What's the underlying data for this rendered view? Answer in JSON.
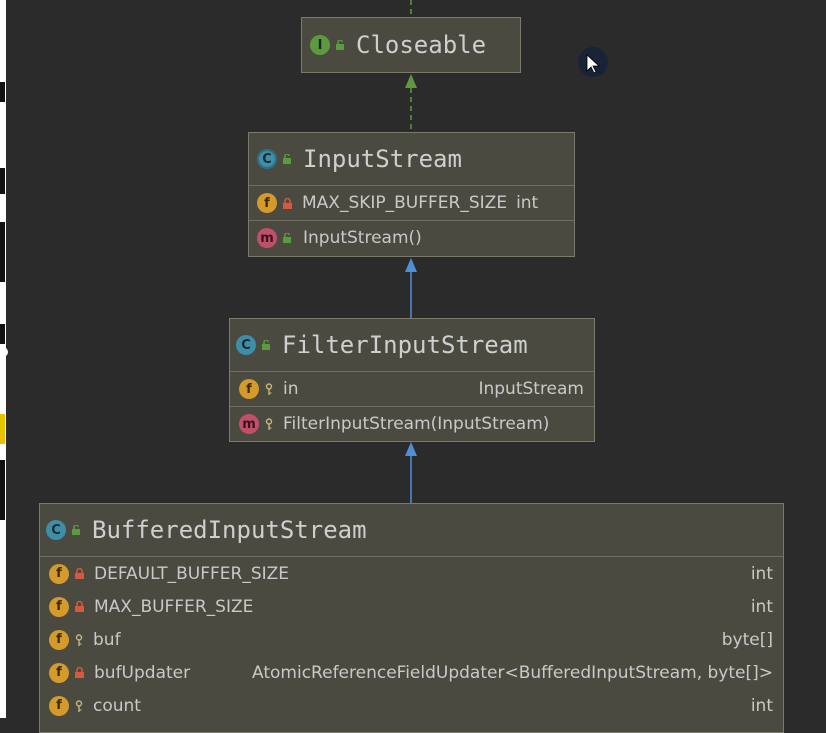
{
  "diagram": {
    "nodes": {
      "closeable": {
        "name": "Closeable",
        "kind_icon": "I"
      },
      "input_stream": {
        "name": "InputStream",
        "kind_icon": "C",
        "fields": [
          {
            "name": "MAX_SKIP_BUFFER_SIZE",
            "type": "int",
            "icon": "f",
            "visibility": "private"
          }
        ],
        "methods": [
          {
            "name": "InputStream()",
            "icon": "m",
            "visibility": "public"
          }
        ]
      },
      "filter_input_stream": {
        "name": "FilterInputStream",
        "kind_icon": "C",
        "fields": [
          {
            "name": "in",
            "type": "InputStream",
            "icon": "f",
            "visibility": "protected"
          }
        ],
        "methods": [
          {
            "name": "FilterInputStream(InputStream)",
            "icon": "m",
            "visibility": "protected"
          }
        ]
      },
      "buffered_input_stream": {
        "name": "BufferedInputStream",
        "kind_icon": "C",
        "fields": [
          {
            "name": "DEFAULT_BUFFER_SIZE",
            "type": "int",
            "icon": "f",
            "visibility": "private"
          },
          {
            "name": "MAX_BUFFER_SIZE",
            "type": "int",
            "icon": "f",
            "visibility": "private"
          },
          {
            "name": "buf",
            "type": "byte[]",
            "icon": "f",
            "visibility": "protected"
          },
          {
            "name": "bufUpdater",
            "type": "AtomicReferenceFieldUpdater<BufferedInputStream, byte[]>",
            "icon": "f",
            "visibility": "private"
          },
          {
            "name": "count",
            "type": "int",
            "icon": "f",
            "visibility": "protected"
          }
        ]
      }
    },
    "edges": [
      {
        "from": "input_stream",
        "to": "closeable",
        "kind": "implements"
      },
      {
        "from": "filter_input_stream",
        "to": "input_stream",
        "kind": "extends"
      },
      {
        "from": "buffered_input_stream",
        "to": "filter_input_stream",
        "kind": "extends"
      }
    ]
  },
  "colors": {
    "background": "#2b2b2b",
    "node_fill": "#4a4a40",
    "implements_edge": "#5c9a3e",
    "extends_edge": "#4f8fd6"
  }
}
